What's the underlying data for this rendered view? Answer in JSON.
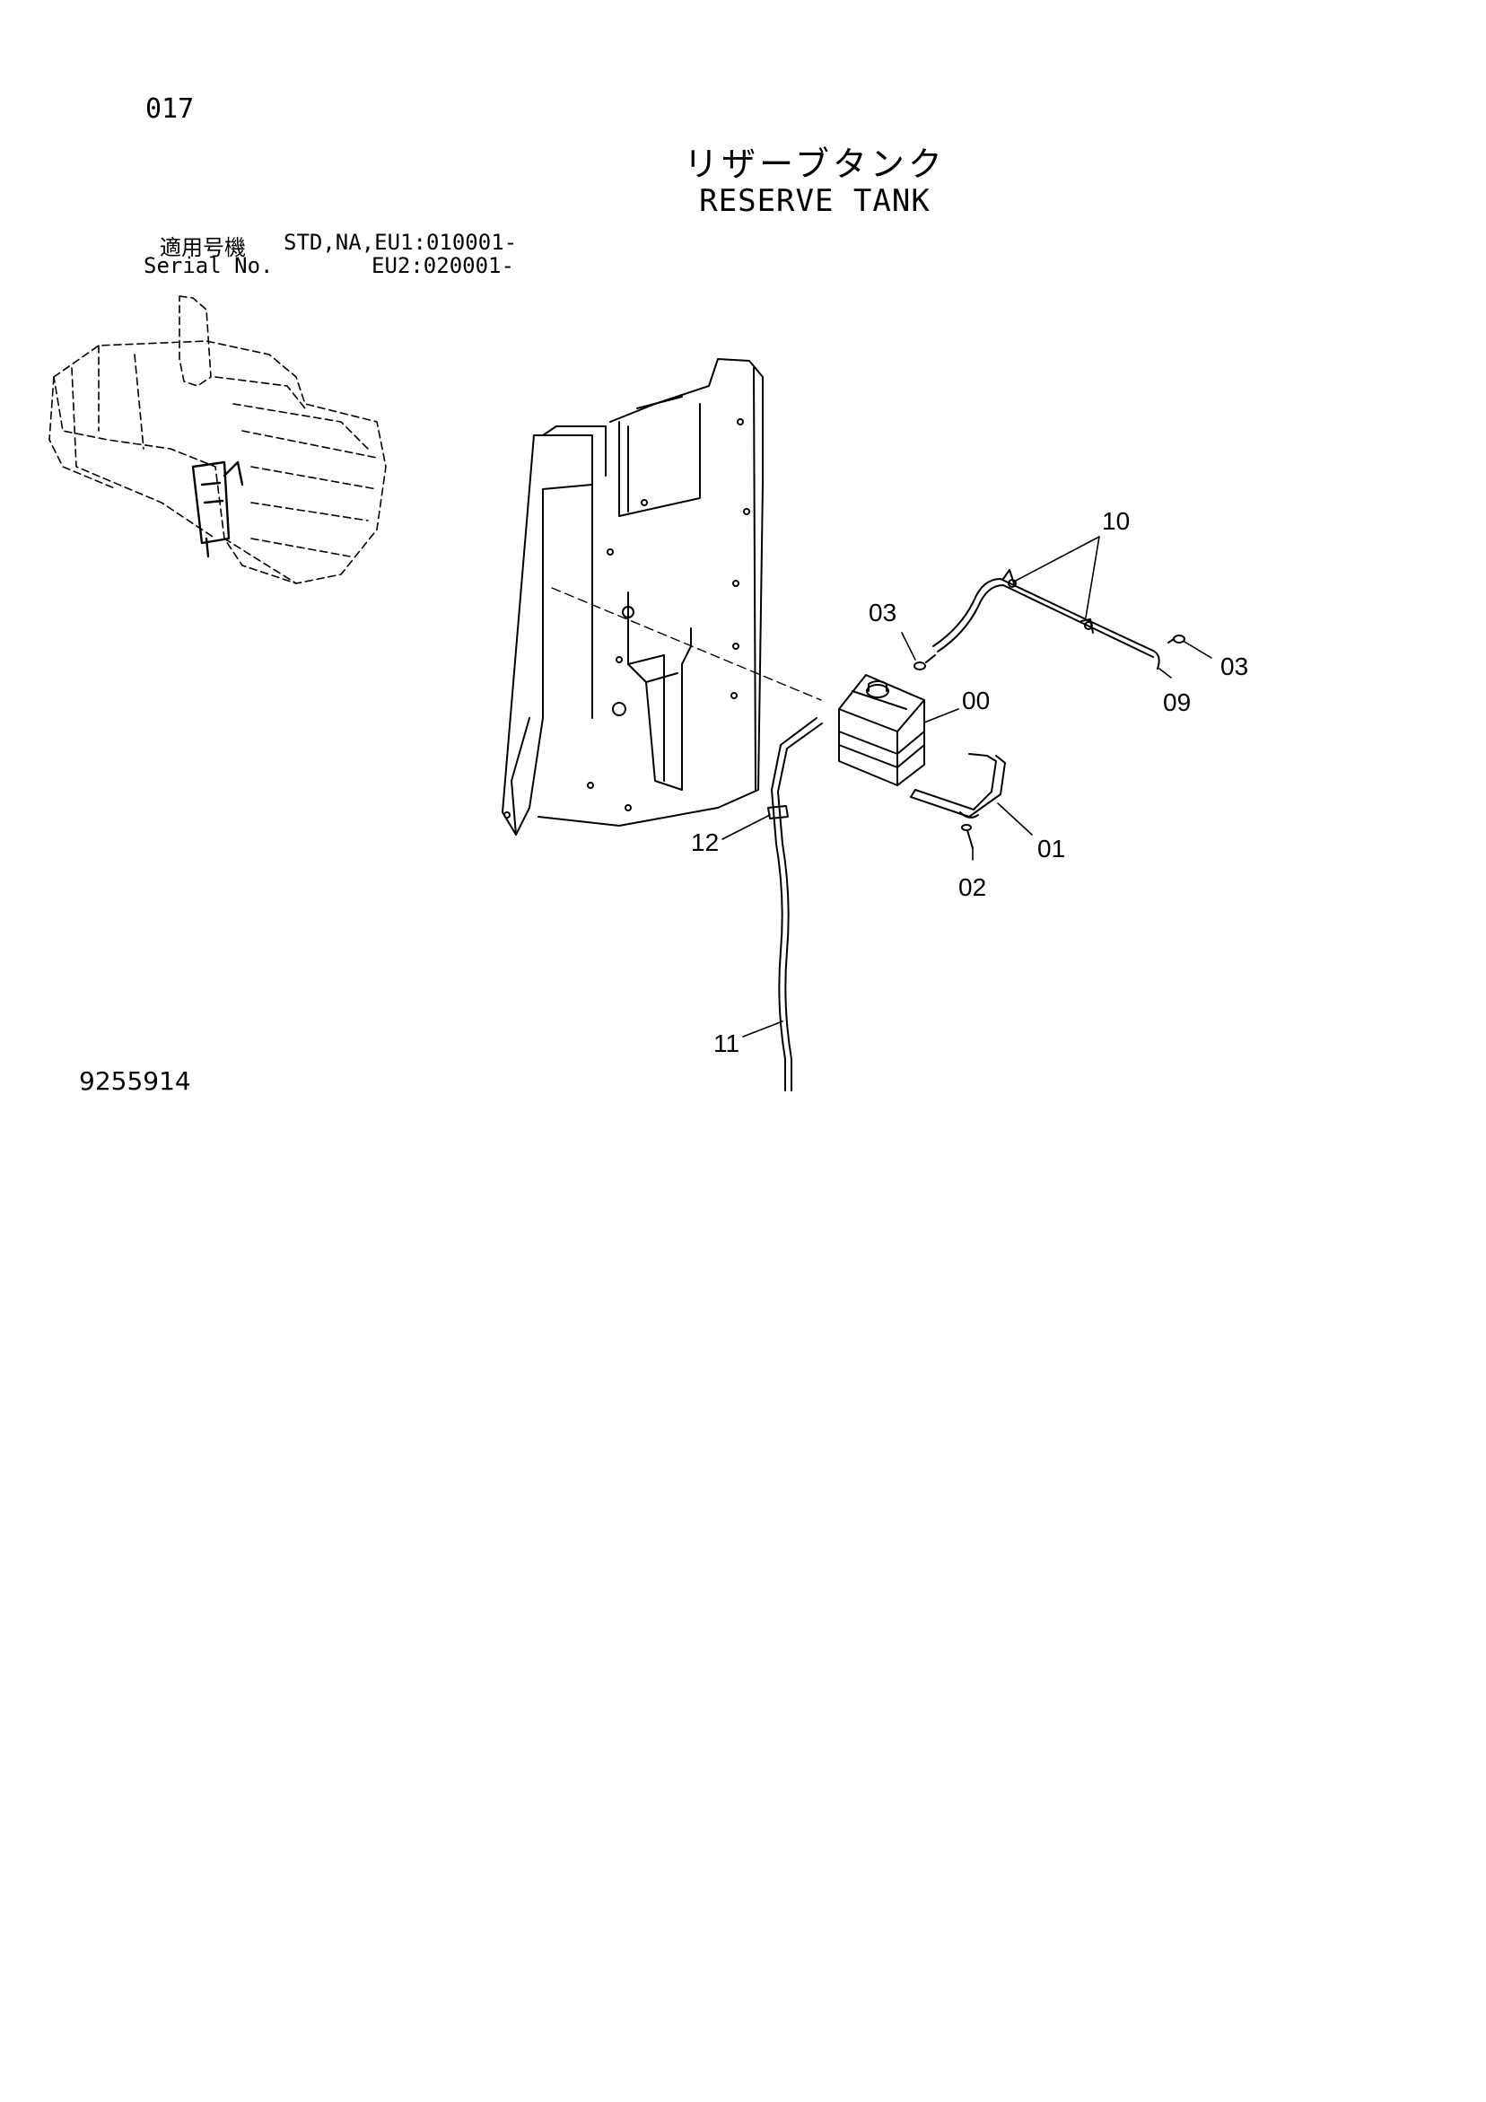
{
  "page_number": "017",
  "title_jp": "リザーブタンク",
  "title_en": "RESERVE TANK",
  "serial": {
    "label_jp": "適用号機",
    "label_en": "Serial No.",
    "line1": "STD,NA,EU1:010001-",
    "line2": "EU2:020001-"
  },
  "drawing_number": "9255914",
  "callouts": {
    "c00": "00",
    "c01": "01",
    "c02": "02",
    "c03a": "03",
    "c03b": "03",
    "c09": "09",
    "c10": "10",
    "c11": "11",
    "c12": "12"
  }
}
